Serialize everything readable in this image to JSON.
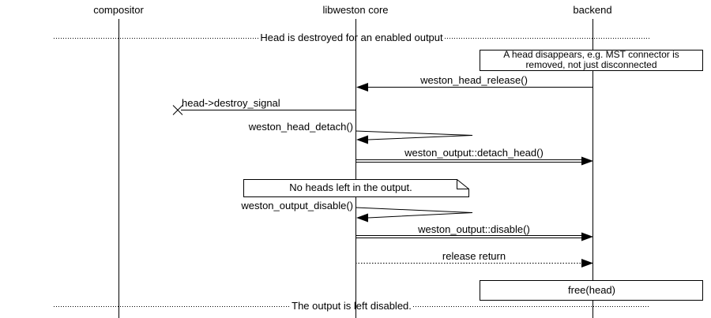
{
  "colors": {
    "line": "#000000",
    "background": "#ffffff",
    "text": "#000000"
  },
  "actors": [
    {
      "name": "compositor"
    },
    {
      "name": "libweston core"
    },
    {
      "name": "backend"
    }
  ],
  "dividers": {
    "top": "Head is destroyed for an enabled output",
    "bottom": "The output is left disabled."
  },
  "notes": {
    "head_disappears_line1": "A head disappears, e.g. MST connector is",
    "head_disappears_line2": "removed, not just disconnected",
    "no_heads": "No heads left in the output.",
    "free_head": "free(head)"
  },
  "messages": {
    "release": "weston_head_release()",
    "destroy_signal": "head->destroy_signal",
    "head_detach": "weston_head_detach()",
    "detach_head": "weston_output::detach_head()",
    "output_disable": "weston_output_disable()",
    "disable": "weston_output::disable()",
    "release_return": "release return"
  }
}
